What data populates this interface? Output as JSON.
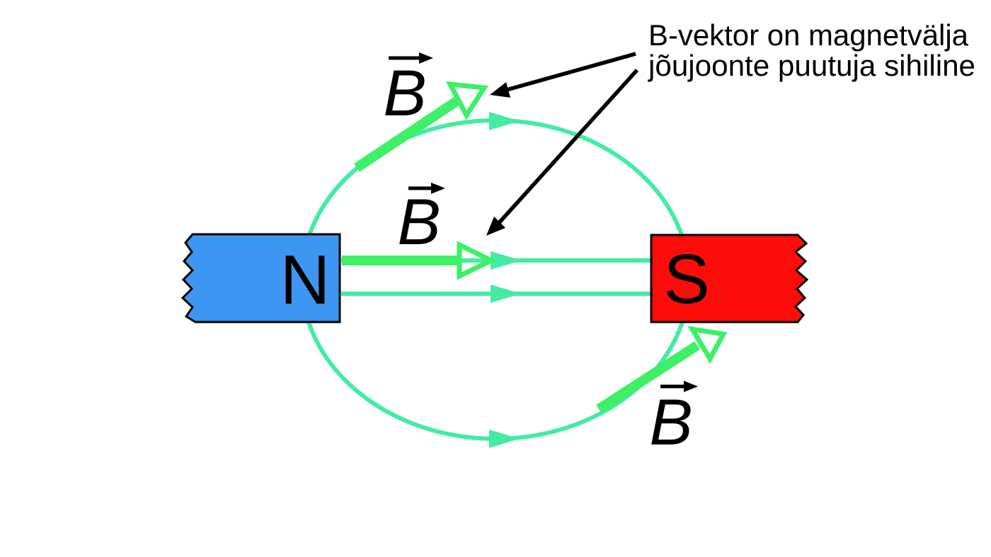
{
  "diagram": {
    "annotation": {
      "line1": "B-vektor on magnetvälja",
      "line2": "jõujoonte puutuja sihiline"
    },
    "magnets": {
      "north_label": "N",
      "north_color": "#3D97F2",
      "south_label": "S",
      "south_color": "#FB0D0C"
    },
    "vector_label": "B",
    "colors": {
      "field_line": "#43ECA2",
      "b_vector": "#3DF066",
      "annotation_arrow": "#000000",
      "magnet_outline": "#000000"
    }
  }
}
